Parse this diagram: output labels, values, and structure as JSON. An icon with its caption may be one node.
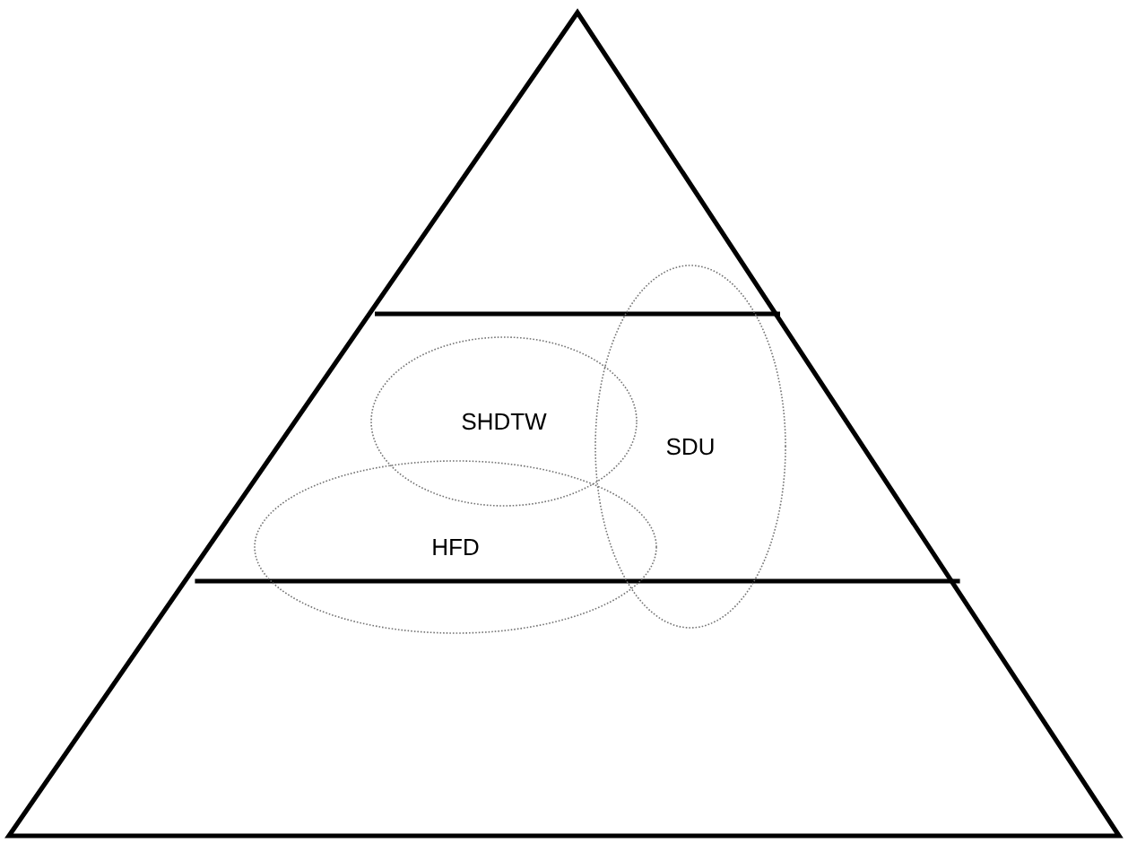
{
  "diagram": {
    "nodes": [
      {
        "text": [
          "SHDTW"
        ]
      },
      {
        "text": [
          "SDU"
        ]
      },
      {
        "text": [
          "HFD"
        ]
      }
    ]
  }
}
